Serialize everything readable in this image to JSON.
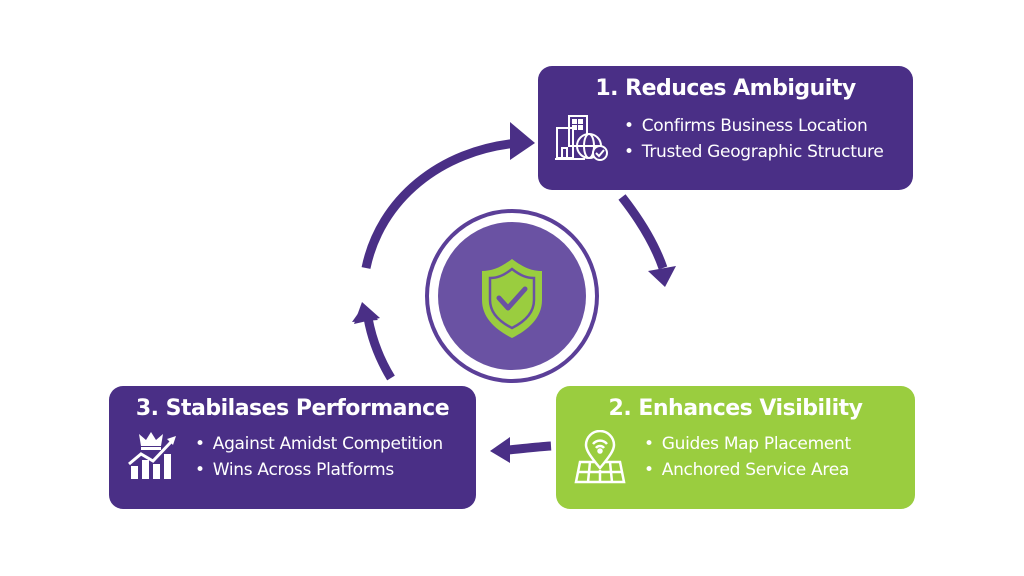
{
  "diagram": {
    "center": {
      "icon": "shield-check-icon"
    },
    "colors": {
      "primary_purple": "#4a2f86",
      "center_purple": "#6a52a3",
      "accent_green": "#9acd3f"
    },
    "steps": [
      {
        "title": "1. Reduces Ambiguity",
        "icon": "building-globe-check-icon",
        "bullets": [
          "Confirms Business Location",
          "Trusted Geographic Structure"
        ]
      },
      {
        "title": "2. Enhances Visibility",
        "icon": "map-pin-signal-icon",
        "bullets": [
          "Guides Map Placement",
          "Anchored Service Area"
        ]
      },
      {
        "title": "3. Stabilases Performance",
        "icon": "crown-growth-chart-icon",
        "bullets": [
          "Against Amidst Competition",
          "Wins Across Platforms"
        ]
      }
    ],
    "flow": [
      "step-1 → step-2",
      "step-2 → step-3",
      "step-3 → step-1"
    ]
  }
}
